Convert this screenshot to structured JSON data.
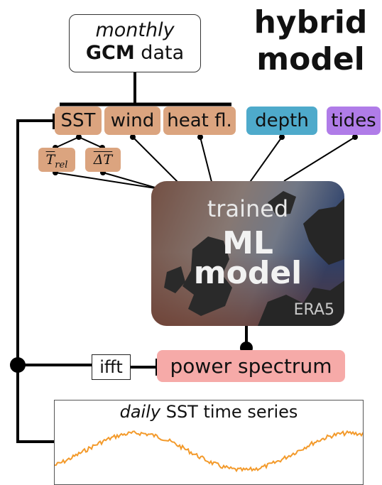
{
  "title": {
    "line1": "hybrid",
    "line2": "model"
  },
  "gcm": {
    "line1": "monthly",
    "bold": "GCM",
    "rest": " data"
  },
  "inputs": {
    "sst": "SST",
    "wind": "wind",
    "heat": "heat fl.",
    "depth": "depth",
    "tides": "tides"
  },
  "derived": {
    "t_rel": "T",
    "t_rel_sub": "rel",
    "delta_t": "ΔT"
  },
  "ml": {
    "line1": "trained",
    "line2": "ML",
    "line3": "model",
    "source": "ERA5"
  },
  "ifft": "ifft",
  "power": "power spectrum",
  "series": {
    "italic": "daily",
    "rest": " SST time series"
  },
  "colors": {
    "brown": "#dba47f",
    "blue": "#4eaacb",
    "purple": "#b07ce8",
    "pink": "#f6aaa8",
    "orange": "#f39a2b"
  }
}
